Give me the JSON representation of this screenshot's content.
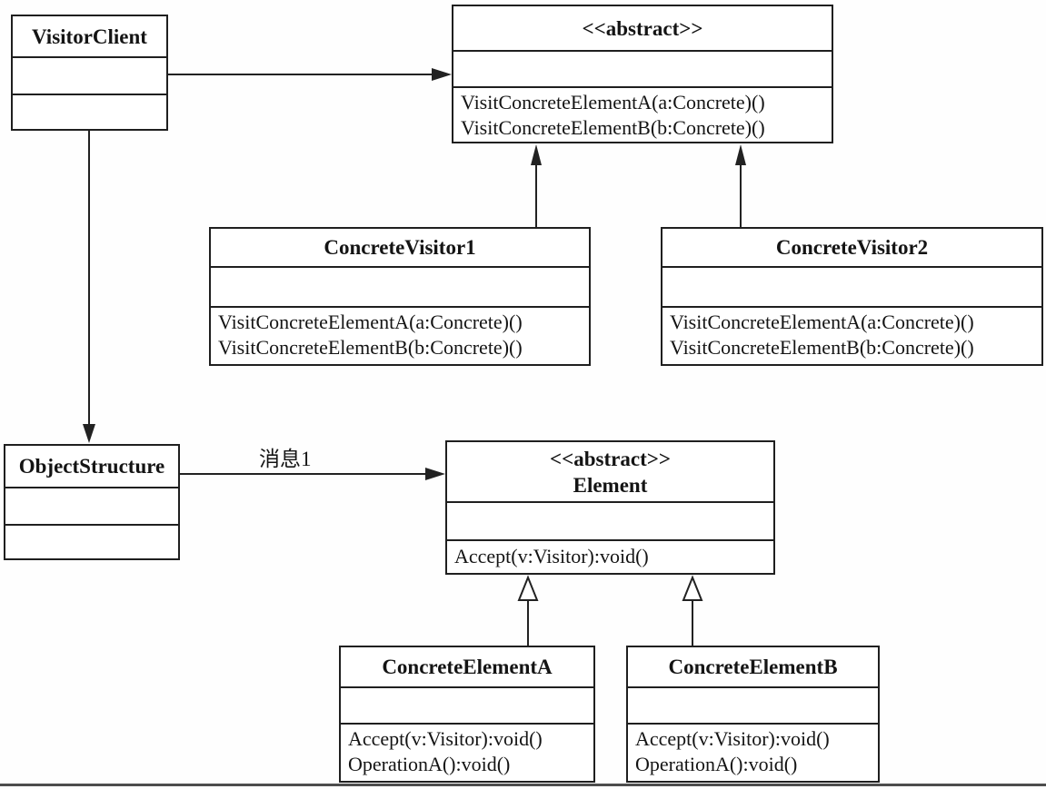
{
  "diagram": {
    "classes": {
      "visitor_client": {
        "title": "VisitorClient",
        "methods": []
      },
      "abstract_visitor": {
        "stereotype": "<<abstract>>",
        "methods": [
          "VisitConcreteElementA(a:Concrete)()",
          "VisitConcreteElementB(b:Concrete)()"
        ]
      },
      "concrete_visitor_1": {
        "title": "ConcreteVisitor1",
        "methods": [
          "VisitConcreteElementA(a:Concrete)()",
          "VisitConcreteElementB(b:Concrete)()"
        ]
      },
      "concrete_visitor_2": {
        "title": "ConcreteVisitor2",
        "methods": [
          "VisitConcreteElementA(a:Concrete)()",
          "VisitConcreteElementB(b:Concrete)()"
        ]
      },
      "object_structure": {
        "title": "ObjectStructure",
        "methods": []
      },
      "abstract_element": {
        "stereotype": "<<abstract>>",
        "title": "Element",
        "methods": [
          "Accept(v:Visitor):void()"
        ]
      },
      "concrete_element_a": {
        "title": "ConcreteElementA",
        "methods": [
          "Accept(v:Visitor):void()",
          "OperationA():void()"
        ]
      },
      "concrete_element_b": {
        "title": "ConcreteElementB",
        "methods": [
          "Accept(v:Visitor):void()",
          "OperationA():void()"
        ]
      }
    },
    "edge_labels": {
      "object_structure_to_element": "消息1"
    },
    "colors": {
      "line": "#222222",
      "background": "#ffffff",
      "text": "#141414"
    }
  }
}
